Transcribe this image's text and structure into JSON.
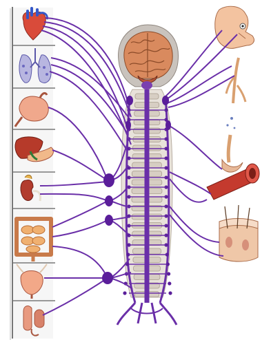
{
  "diagram": {
    "title": "",
    "colors": {
      "nerve": "#6a2fa8",
      "ganglion": "#5a1e9a",
      "frame_line": "#6b6b6b",
      "panel_shadow": "#cfcfcf",
      "skin": "#f3c3a0",
      "brain": "#d98a5e",
      "bone": "#e9e3dc"
    },
    "left_panels": [
      {
        "name": "heart"
      },
      {
        "name": "lungs"
      },
      {
        "name": "stomach"
      },
      {
        "name": "liver-pancreas"
      },
      {
        "name": "kidney-adrenal"
      },
      {
        "name": "intestines"
      },
      {
        "name": "bladder"
      },
      {
        "name": "genitals"
      }
    ],
    "right_targets": [
      {
        "name": "head-eye"
      },
      {
        "name": "blood-vessel"
      },
      {
        "name": "lung-bronchi"
      },
      {
        "name": "hair-skin"
      }
    ],
    "labels": []
  }
}
